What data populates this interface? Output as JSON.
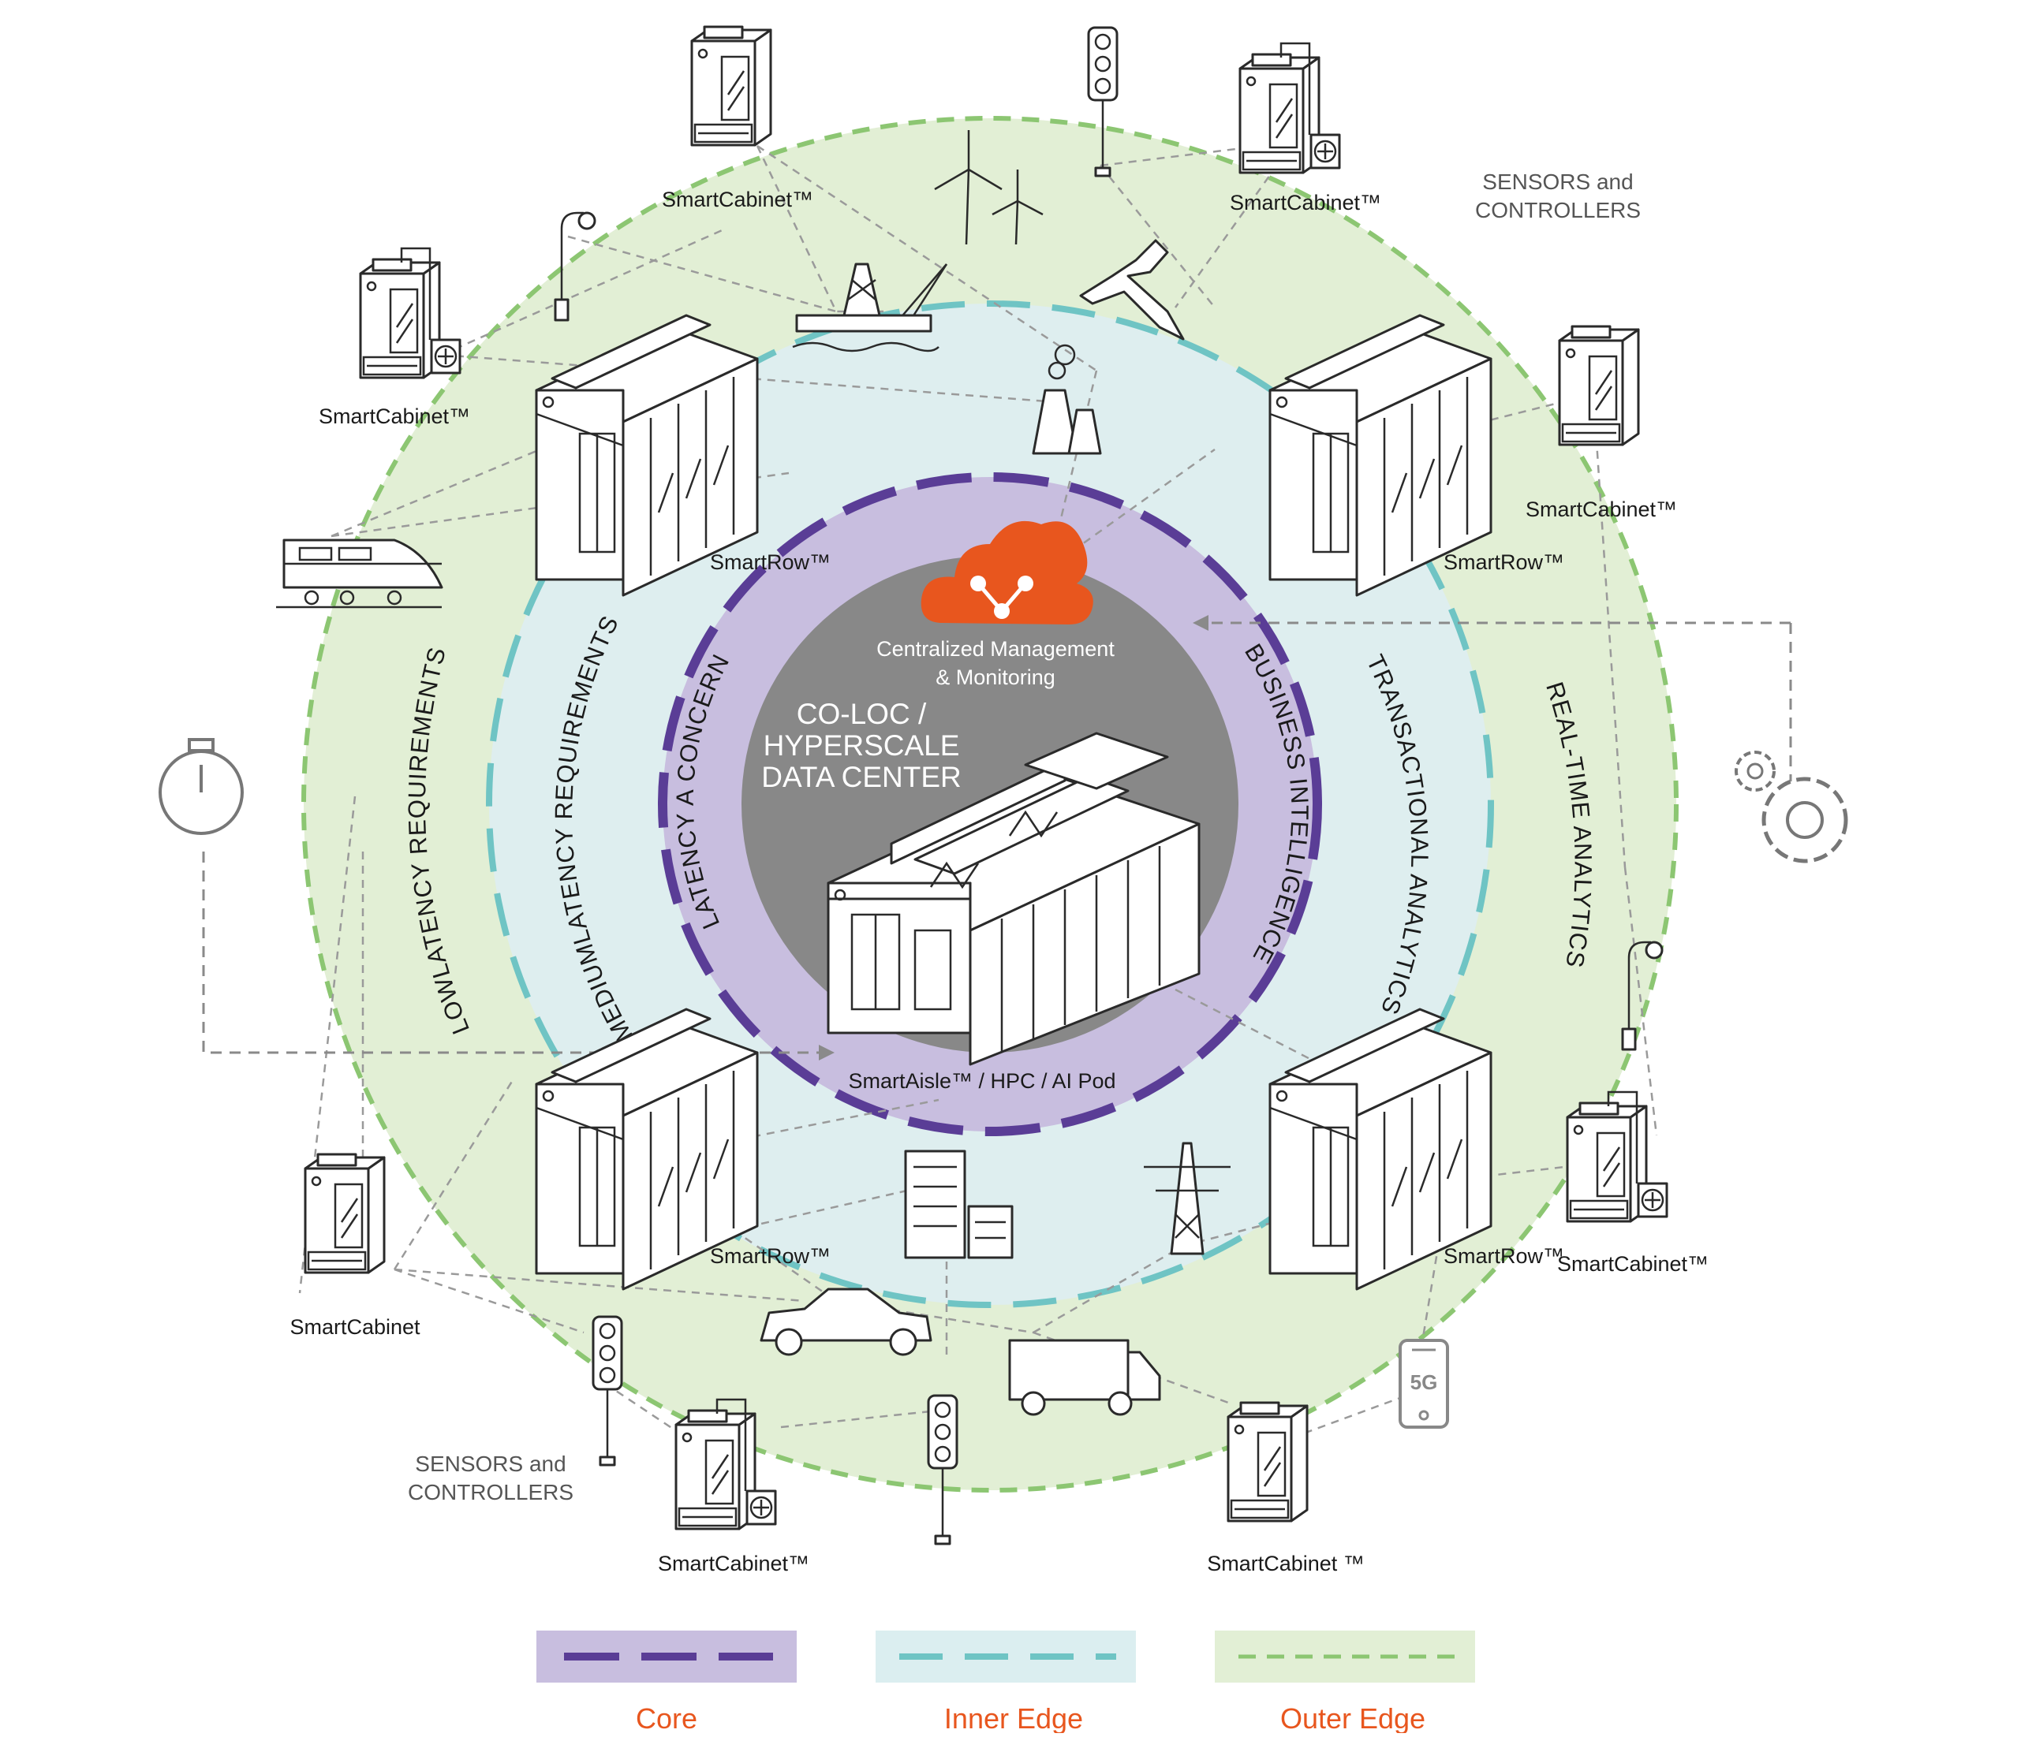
{
  "core": {
    "title": "Centralized Management & Monitoring",
    "title_line1": "Centralized Management",
    "title_line2": "& Monitoring",
    "center_line1": "CO-LOC /",
    "center_line2": "HYPERSCALE",
    "center_line3": "DATA CENTER",
    "pod_label": "SmartAisle™ / HPC / AI Pod"
  },
  "ring_labels": {
    "core_left": "LATENCY A CONCERN",
    "core_right": "BUSINESS INTELLIGENCE",
    "inner_left": "MEDIUMLATENCY REQUIREMENTS",
    "inner_right": "TRANSACTIONAL ANALYTICS",
    "outer_left": "LOWLATENCY REQUIREMENTS",
    "outer_right": "REAL-TIME ANALYTICS"
  },
  "sensors": {
    "top_right": [
      "SENSORS and",
      "CONTROLLERS"
    ],
    "bottom_left": [
      "SENSORS and",
      "CONTROLLERS"
    ]
  },
  "smartrows": [
    "SmartRow™",
    "SmartRow™",
    "SmartRow™",
    "SmartRow™"
  ],
  "smartcabinets": {
    "top_center": "SmartCabinet™",
    "top_right": "SmartCabinet™",
    "upper_left": "SmartCabinet™",
    "right": "SmartCabinet™",
    "lower_left": "SmartCabinet",
    "lower_right": "SmartCabinet™",
    "bottom_left": "SmartCabinet™",
    "bottom_right": "SmartCabinet ™"
  },
  "phone_badge": "5G",
  "legend": [
    {
      "label": "Core",
      "bg": "#c8bedf",
      "line": "#5a3d96"
    },
    {
      "label": "Inner Edge",
      "bg": "#dbeef0",
      "line": "#6fc4c4"
    },
    {
      "label": "Outer Edge",
      "bg": "#e2efd5",
      "line": "#8cc672"
    }
  ],
  "colors": {
    "outer_ring": "#e2efd5",
    "outer_dash": "#8cc672",
    "inner_ring": "#deeeef",
    "inner_dash": "#6fc4c4",
    "core_ring": "#c8bedf",
    "core_dash": "#5a3d96",
    "center": "#888888",
    "cloud": "#e8561e",
    "legend_text": "#e8561e"
  },
  "icons": [
    "cloud-network-icon",
    "wind-turbine-icon",
    "oil-rig-icon",
    "airplane-icon",
    "factory-icon",
    "train-icon",
    "stopwatch-icon",
    "gear-icon",
    "street-lamp-icon",
    "traffic-light-icon",
    "office-building-icon",
    "power-tower-icon",
    "car-icon",
    "truck-icon",
    "smartphone-icon"
  ]
}
